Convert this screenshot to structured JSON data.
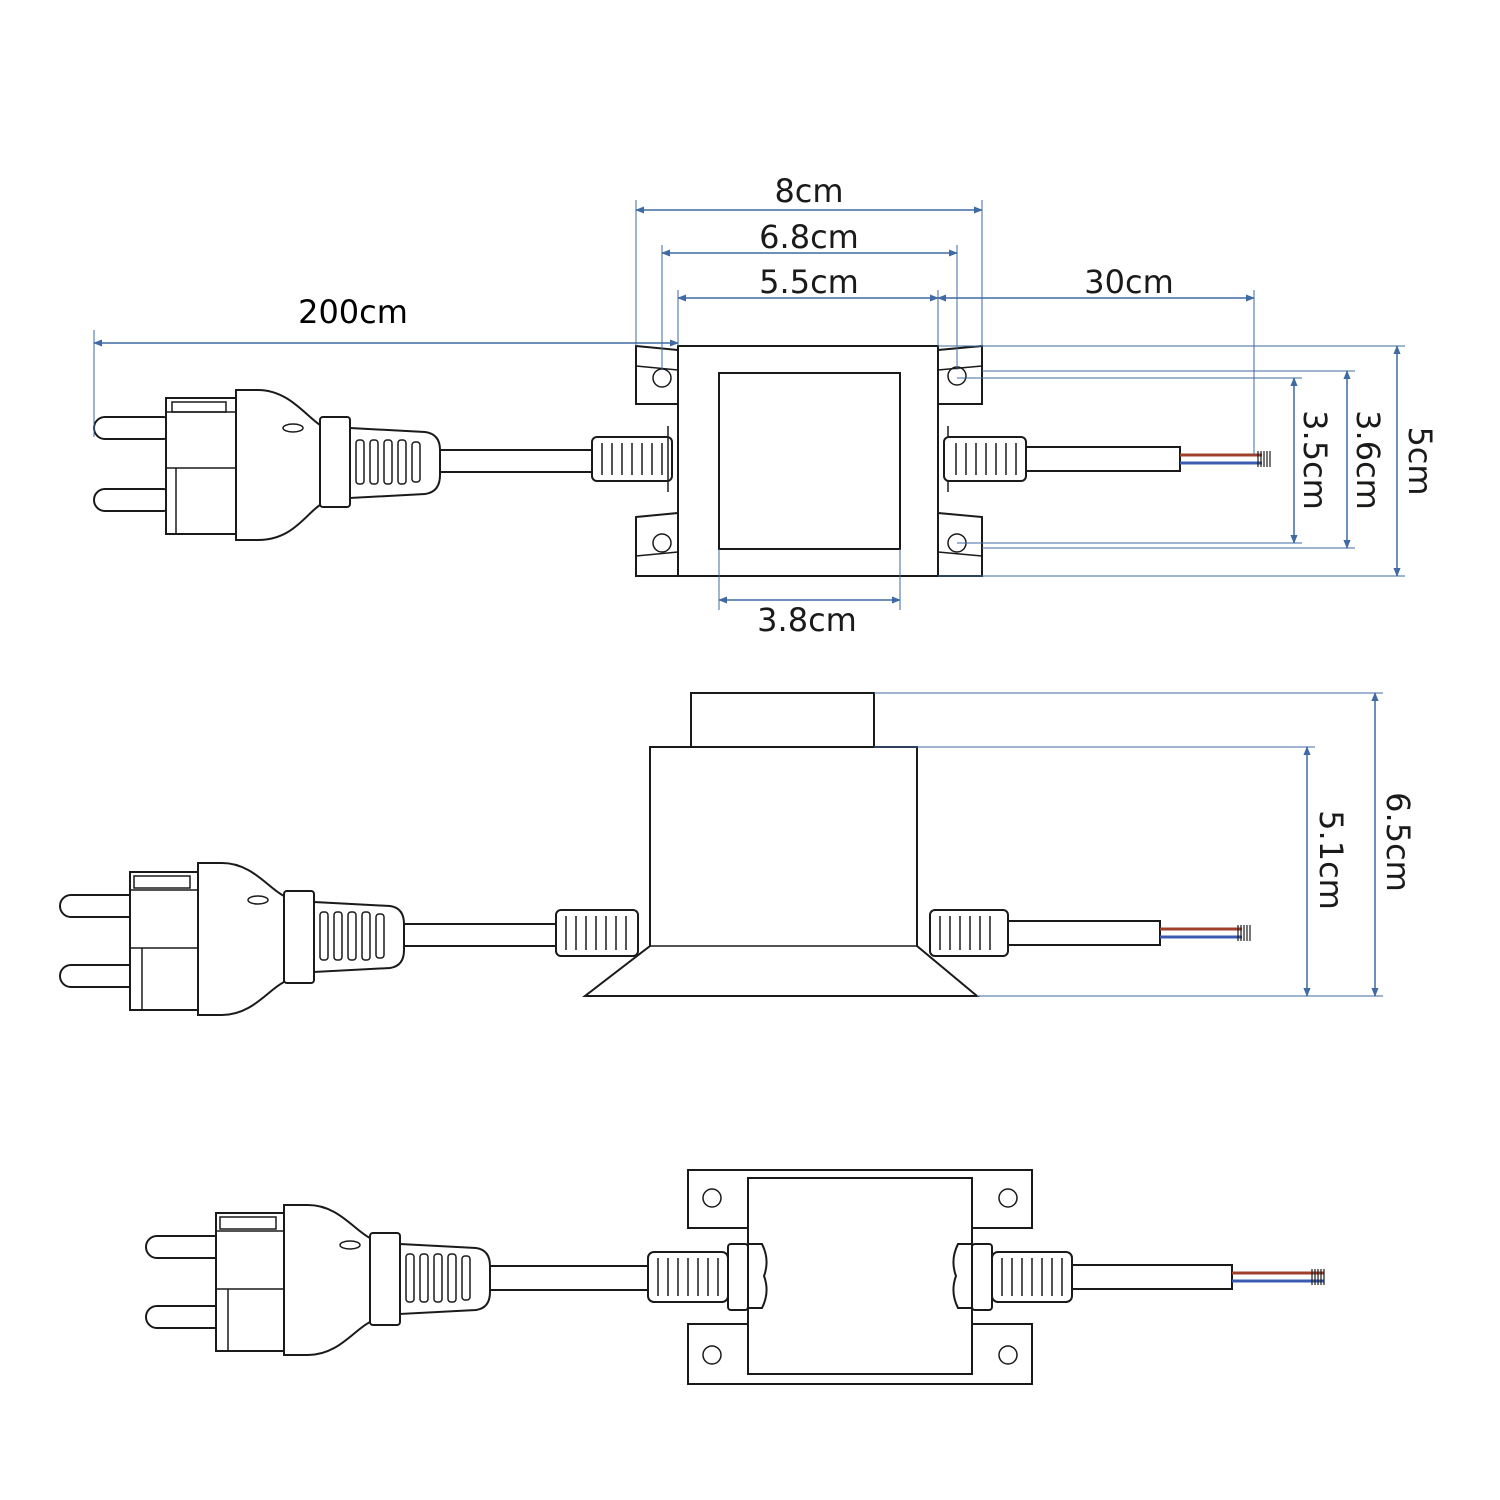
{
  "colors": {
    "outline": "#1a1a1a",
    "dimension_line": "#3f6aa3",
    "wire_brown": "#a0402a",
    "wire_blue": "#3a5bb0",
    "background": "#ffffff"
  },
  "top_view": {
    "dims": {
      "cable_length": "200cm",
      "total_width": "8cm",
      "hole_spacing": "6.8cm",
      "body_width": "5.5cm",
      "lead_length": "30cm",
      "window_width": "3.8cm",
      "hole_span_inner": "3.5cm",
      "hole_span_outer": "3.6cm",
      "total_depth": "5cm"
    }
  },
  "side_view": {
    "dims": {
      "body_height": "5.1cm",
      "total_height": "6.5cm"
    }
  },
  "bottom_view": {}
}
